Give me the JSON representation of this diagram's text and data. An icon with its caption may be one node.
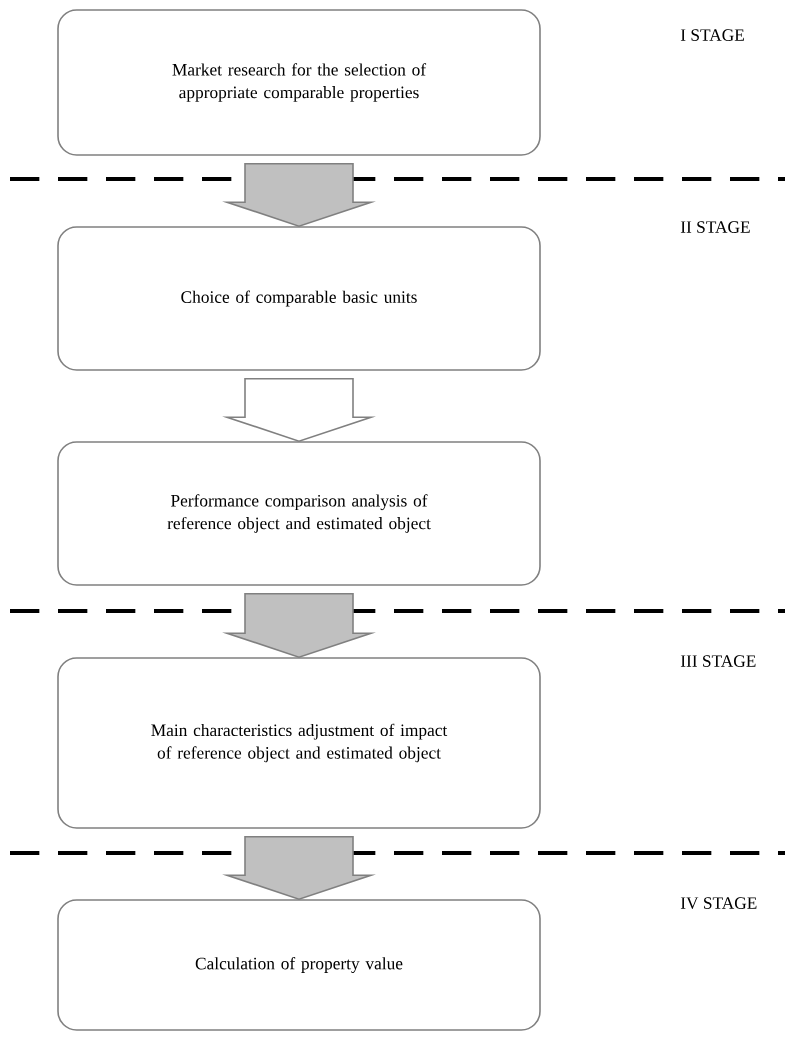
{
  "diagram": {
    "nodes": [
      {
        "text": [
          "Market research for the selection of appropriate comparable properties"
        ]
      },
      {
        "text": [
          "Choice of comparable basic units"
        ]
      },
      {
        "text": [
          "Performance comparison analysis of reference object and estimated object"
        ]
      },
      {
        "text": [
          "Main characteristics adjustment of impact of reference object and estimated object"
        ]
      },
      {
        "text": [
          "Calculation of property value"
        ]
      }
    ],
    "edges": [
      {
        "from": 0,
        "to": 1,
        "arrow": "to"
      },
      {
        "from": 1,
        "to": 2,
        "arrow": "to",
        "color": "#ffffff"
      },
      {
        "from": 2,
        "to": 3,
        "arrow": "to"
      },
      {
        "from": 3,
        "to": 4,
        "arrow": "to"
      }
    ],
    "labels": [
      "I STAGE",
      "II STAGE",
      "III STAGE",
      "IV STAGE"
    ]
  }
}
